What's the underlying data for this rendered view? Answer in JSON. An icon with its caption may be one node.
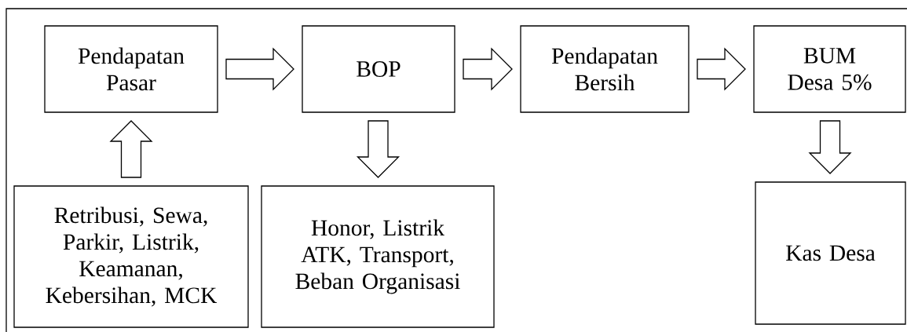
{
  "diagram": {
    "nodes": [
      {
        "text": [
          "Pendapatan Pasar"
        ]
      },
      {
        "text": [
          "BOP"
        ]
      },
      {
        "text": [
          "Pendapatan Bersih"
        ]
      },
      {
        "text": [
          "BUM Desa 5%"
        ]
      },
      {
        "text": [
          "Retribusi, Sewa, Parkir, Listrik, Keamanan, Kebersihan, MCK"
        ]
      },
      {
        "text": [
          "Honor, Listrik ATK, Transport, Beban Organisasi"
        ]
      },
      {
        "text": [
          "Kas Desa"
        ]
      }
    ],
    "edges": [
      {
        "from": 0,
        "to": 1,
        "arrow": "to"
      },
      {
        "from": 1,
        "to": 2,
        "arrow": "to"
      },
      {
        "from": 2,
        "to": 3,
        "arrow": "to"
      },
      {
        "from": 4,
        "to": 0,
        "arrow": "to"
      },
      {
        "from": 1,
        "to": 5,
        "arrow": "to"
      },
      {
        "from": 3,
        "to": 6,
        "arrow": "to"
      }
    ]
  }
}
